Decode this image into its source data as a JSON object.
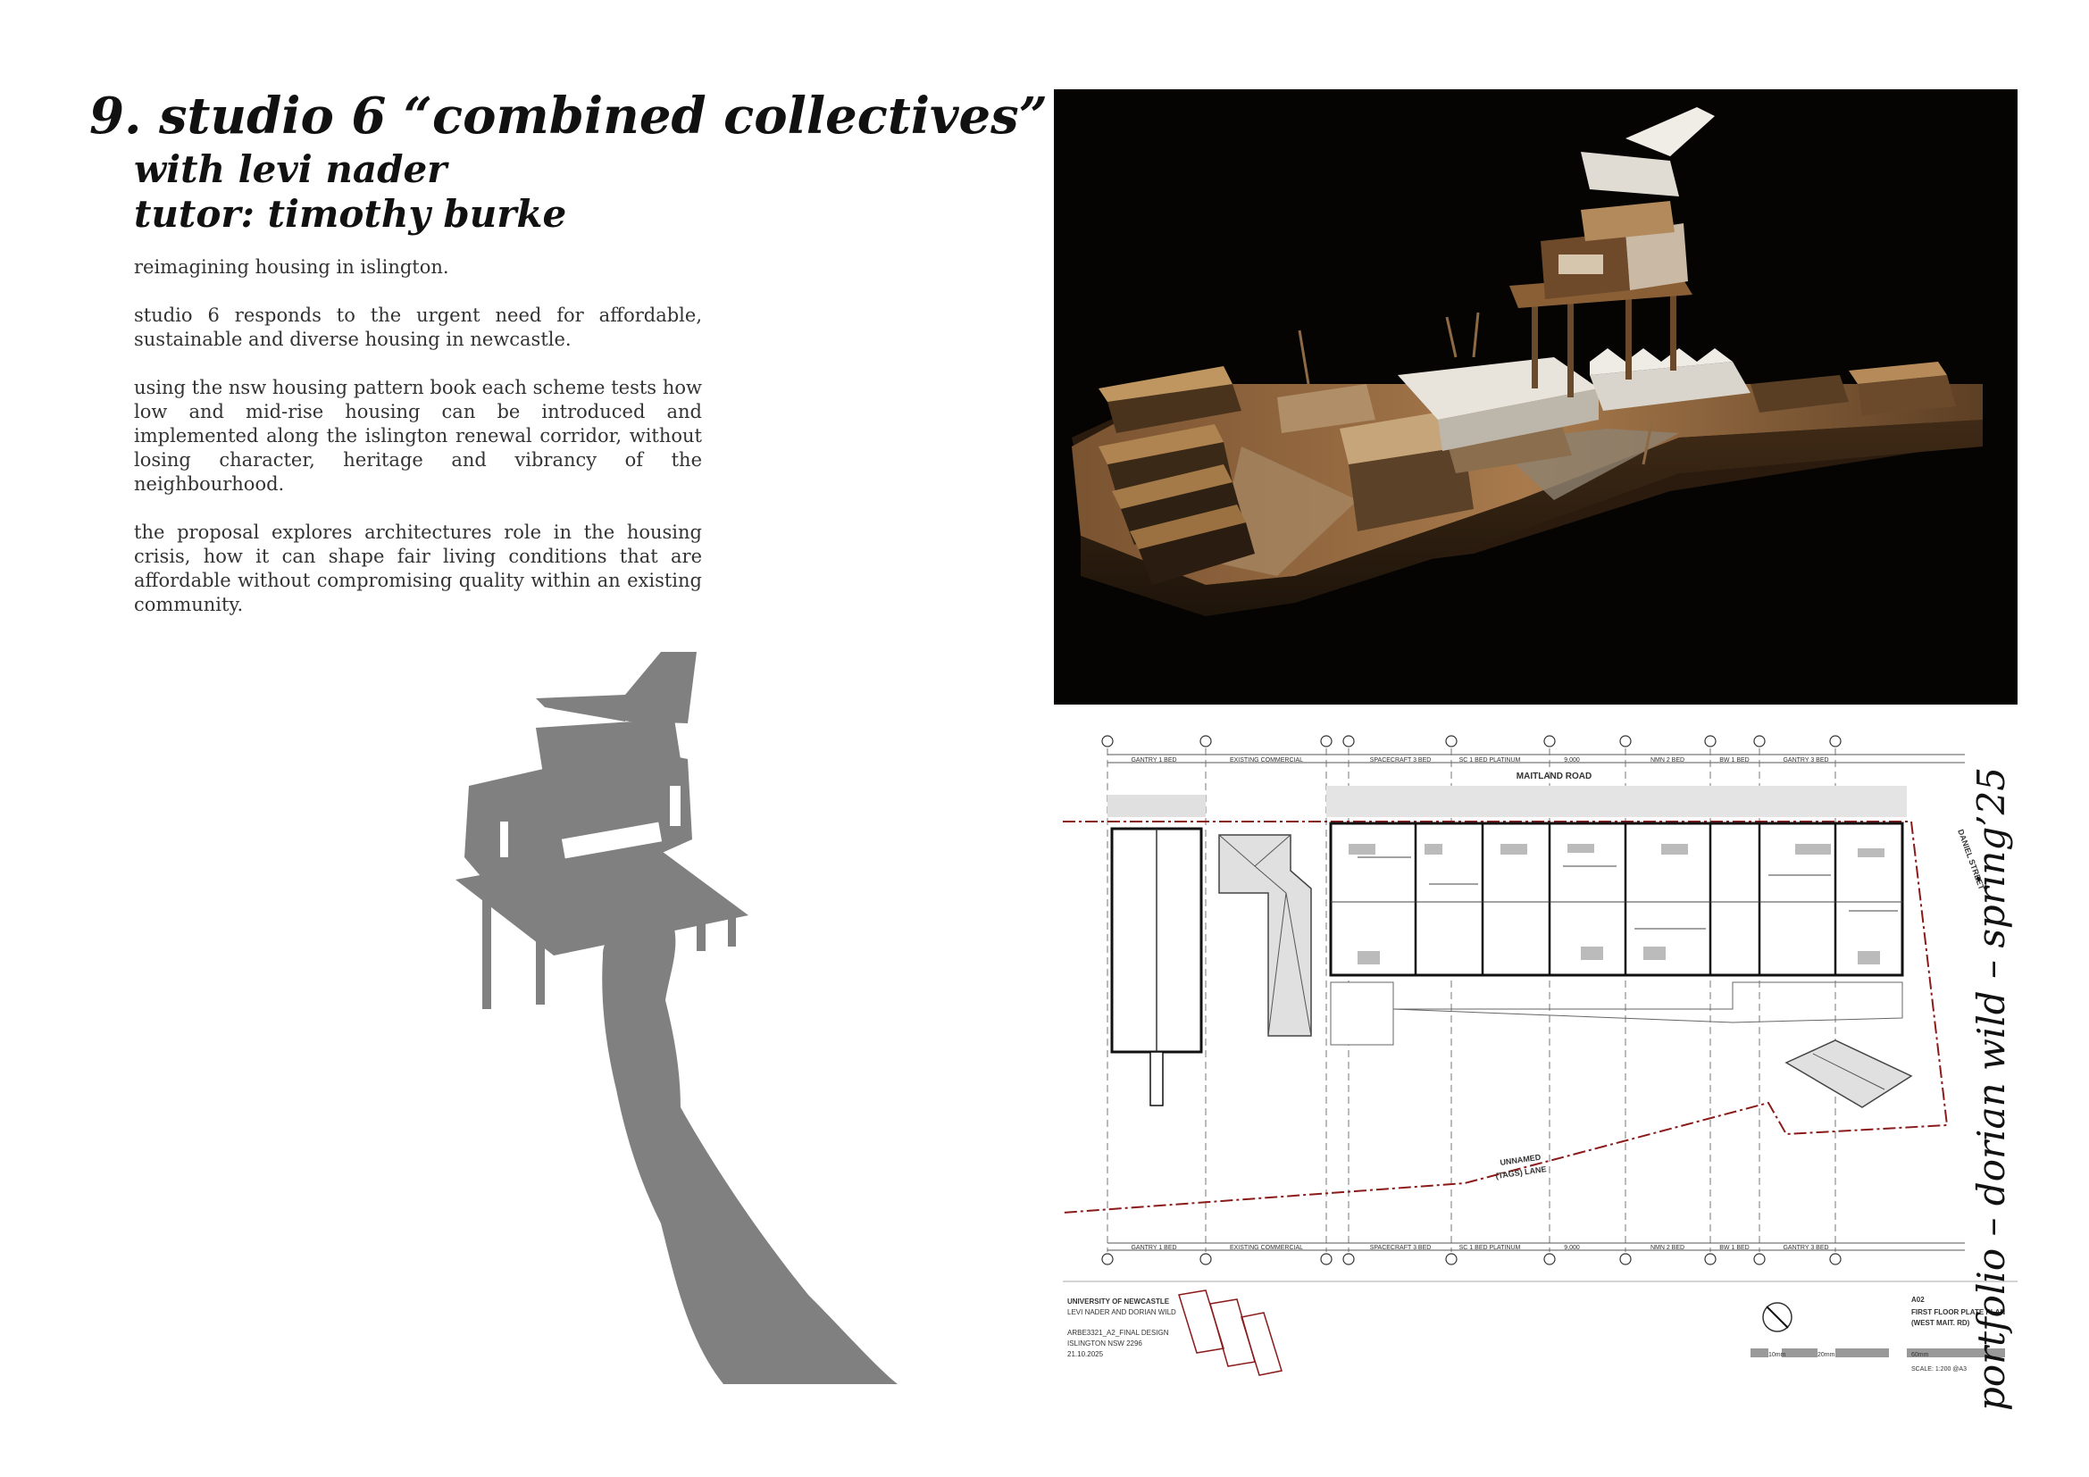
{
  "page": {
    "title": "9. studio 6 “combined collectives”",
    "subtitle_1": "with levi nader",
    "subtitle_2": "tutor: timothy burke",
    "paragraphs": [
      "reimagining housing in islington.",
      "studio 6 responds to the urgent need for affordable, sustainable and diverse housing in newcastle.",
      "using the nsw housing pattern book each scheme tests how low and mid-rise housing can be introduced and implemented along the islington renewal corridor, without losing character, heritage and vibrancy of the neighbourhood.",
      "the proposal explores architectures role in the housing crisis, how it can shape fair living conditions that are affordable without compromising quality within an existing community."
    ],
    "side_label": "portfolio – dorian wild – spring’25"
  },
  "plan": {
    "top_labels": [
      "GANTRY 1 BED",
      "EXISTING COMMERCIAL",
      "SPACECRAFT 3 BED",
      "SC 1 BED PLATINUM",
      "9,000",
      "NMN 2 BED",
      "BW 1 BED",
      "GANTRY 3 BED"
    ],
    "bottom_labels": [
      "GANTRY 1 BED",
      "EXISTING COMMERCIAL",
      "SPACECRAFT 3 BED",
      "SC 1 BED PLATINUM",
      "9,000",
      "NMN 2 BED",
      "BW 1 BED",
      "GANTRY 3 BED"
    ],
    "road_label": "MAITLAND ROAD",
    "street_label": "DANIEL STREET",
    "lane_label_1": "UNNAMED",
    "lane_label_2": "(TAGS) LANE",
    "info_lines": [
      "UNIVERSITY OF NEWCASTLE",
      "LEVI NADER AND DORIAN WILD",
      "ARBE3321_A2_FINAL DESIGN",
      "ISLINGTON NSW 2296",
      "21.10.2025"
    ],
    "sheet_code": "A02",
    "sheet_title_1": "FIRST FLOOR PLATE PLAN",
    "sheet_title_2": "(WEST MAIT. RD)",
    "scale_marks": [
      "10mm",
      "20mm",
      "60mm"
    ],
    "scale_text": "SCALE: 1:200 @A3"
  },
  "colors": {
    "silhouette": "#808080",
    "boundary": "#8b1a1a",
    "photo_background": "#050403"
  }
}
